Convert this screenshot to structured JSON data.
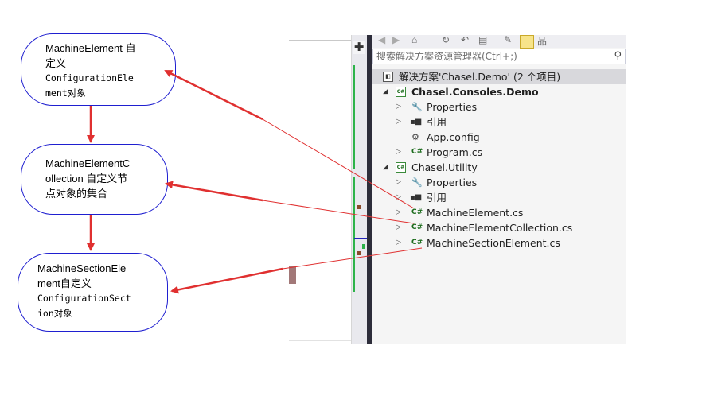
{
  "annotations": [
    {
      "line1": "MachineElement 自",
      "line2": "定义",
      "line3": "ConfigurationEle",
      "line4": "ment对象"
    },
    {
      "line1": "MachineElementC",
      "line2": "ollection 自定义节",
      "line3": "点对象的集合"
    },
    {
      "line1": "MachineSectionEle",
      "line2": "ment自定义",
      "line3": "ConfigurationSect",
      "line4": "ion对象"
    }
  ],
  "solution_explorer": {
    "search_placeholder": "搜索解决方案资源管理器(Ctrl+;)",
    "solution_label": "解决方案'Chasel.Demo' (2 个项目)",
    "project1": {
      "name": "Chasel.Consoles.Demo",
      "items": [
        "Properties",
        "引用",
        "App.config",
        "Program.cs"
      ]
    },
    "project2": {
      "name": "Chasel.Utility",
      "items": [
        "Properties",
        "引用",
        "MachineElement.cs",
        "MachineElementCollection.cs",
        "MachineSectionElement.cs"
      ]
    }
  },
  "colors": {
    "bubble_border": "#1f1fd0",
    "arrow_red": "#e03030",
    "selection_bg": "#d8d8dc"
  }
}
